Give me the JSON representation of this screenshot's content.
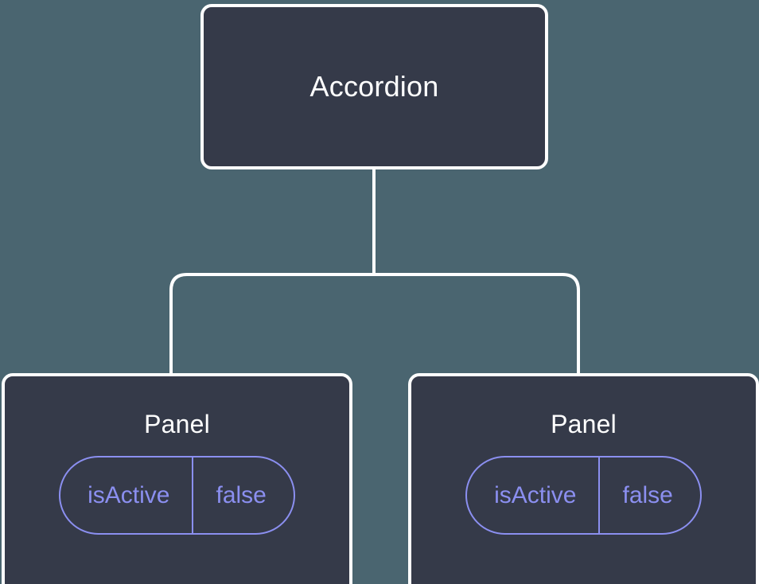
{
  "diagram": {
    "type": "component-tree",
    "background_color": "#4a6570",
    "node_fill_color": "#353a49",
    "node_border_color": "#ffffff",
    "title_color": "#ffffff",
    "pill_color": "#8b8ff0",
    "edge_color": "#ffffff",
    "root": {
      "title": "Accordion"
    },
    "children": [
      {
        "title": "Panel",
        "state": {
          "key": "isActive",
          "value": "false"
        }
      },
      {
        "title": "Panel",
        "state": {
          "key": "isActive",
          "value": "false"
        }
      }
    ]
  }
}
